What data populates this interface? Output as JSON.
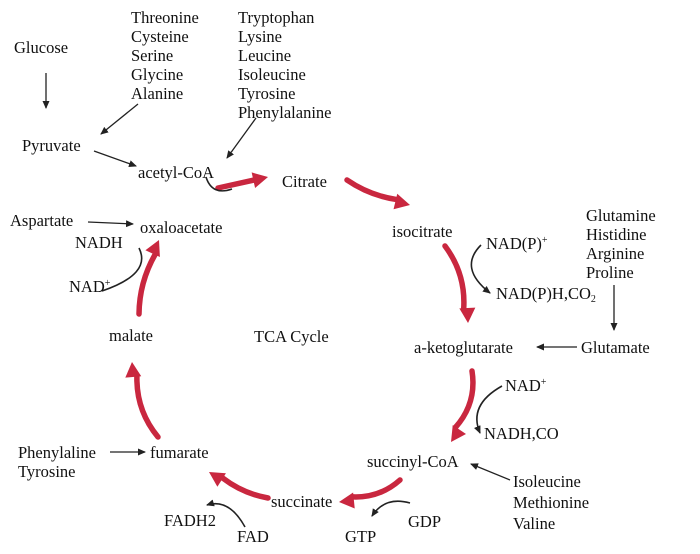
{
  "diagram": {
    "center_label": "TCA Cycle",
    "metabolites": {
      "glucose": "Glucose",
      "pyruvate": "Pyruvate",
      "acetyl_coa": "acetyl-CoA",
      "citrate": "Citrate",
      "isocitrate": "isocitrate",
      "a_ketoglutarate": "a-ketoglutarate",
      "succinyl_coa": "succinyl-CoA",
      "succinate": "succinate",
      "fumarate": "fumarate",
      "malate": "malate",
      "oxaloacetate": "oxaloacetate",
      "glutamate": "Glutamate",
      "aspartate": "Aspartate"
    },
    "cofactors": {
      "nadp_plus_base": "NAD(P)",
      "nadp_plus_sup": "+",
      "nadph_co2_base": "NAD(P)H,CO",
      "nadph_co2_sub": "2",
      "nad_plus_akg_base": "NAD",
      "nad_plus_akg_sup": "+",
      "nadh_co": "NADH,CO",
      "gdp": "GDP",
      "gtp": "GTP",
      "fad": "FAD",
      "fadh2": "FADH2",
      "nad_plus_malate_base": "NAD",
      "nad_plus_malate_sup": "+",
      "nadh": "NADH"
    },
    "amino_acid_groups": {
      "to_pyruvate": [
        "Threonine",
        "Cysteine",
        "Serine",
        "Glycine",
        "Alanine"
      ],
      "to_acetyl_coa": [
        "Tryptophan",
        "Lysine",
        "Leucine",
        "Isoleucine",
        "Tyrosine",
        "Phenylalanine"
      ],
      "to_glutamate": [
        "Glutamine",
        "Histidine",
        "Arginine",
        "Proline"
      ],
      "to_succinyl_coa": [
        "Isoleucine",
        "Methionine",
        "Valine"
      ],
      "to_fumarate": [
        "Phenylaline",
        "Tyrosine"
      ]
    },
    "colors": {
      "cycle_arrow": "#c9273f",
      "text": "#111111",
      "thin_arrow": "#222222"
    }
  }
}
